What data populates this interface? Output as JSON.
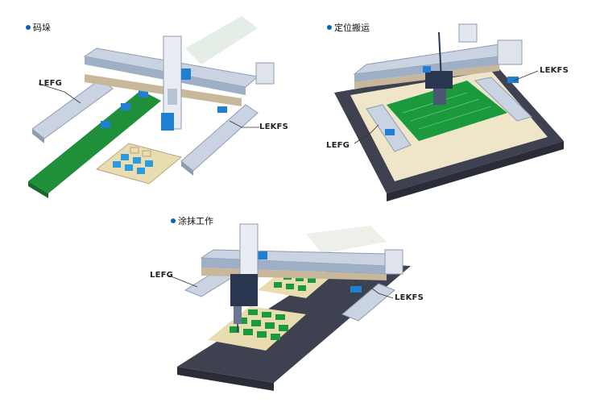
{
  "panels": {
    "stacking": {
      "title": "码垛",
      "label_left": "LEFG",
      "label_right": "LEKFS"
    },
    "positioning": {
      "title": "定位搬运",
      "label_left": "LEFG",
      "label_right": "LEKFS"
    },
    "coating": {
      "title": "涂抹工作",
      "label_left": "LEFG",
      "label_right": "LEKFS"
    }
  },
  "colors": {
    "rail": "#c9d3e2",
    "rail_dark": "#8f9cb0",
    "accent_blue": "#1f7fd1",
    "conveyor_green": "#1f8f3a",
    "pcb_green": "#1a9a3c",
    "wood_plate": "#c9b79b",
    "tray": "#e8dcb0",
    "base_dark": "#3d4150",
    "base_light": "#efe6c9"
  }
}
